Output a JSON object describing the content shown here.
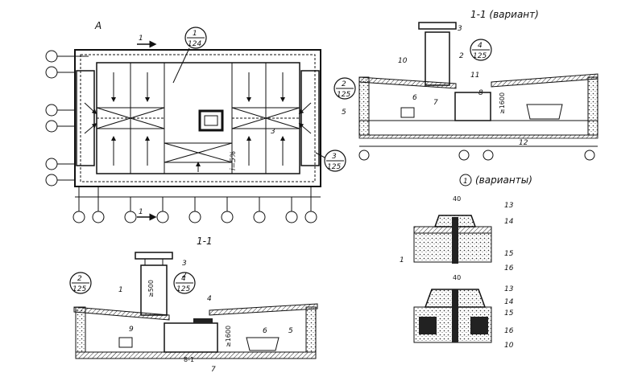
{
  "plan": {
    "title": "A",
    "cut_marker": "1",
    "callout_top": {
      "num": "1",
      "den": "124"
    },
    "callout_right": {
      "num": "3",
      "den": "125"
    },
    "slope": "i=5%",
    "cut_marker_bottom": "1",
    "cut_marker_right": "3"
  },
  "section_main": {
    "title": "1-1",
    "callout_left": {
      "num": "2",
      "den": "125"
    },
    "callout_right": {
      "num": "4",
      "den": "125"
    },
    "dim_vertical": "≥500",
    "dim_small": "≥1600",
    "dim_bottom": "8-1",
    "labels": [
      "1",
      "2",
      "3",
      "4",
      "5",
      "6",
      "7",
      "9"
    ]
  },
  "section_variant": {
    "title": "1-1 (вариант)",
    "callout_left": {
      "num": "2",
      "den": "125"
    },
    "callout_right": {
      "num": "4",
      "den": "125"
    },
    "dim_vertical": "≥1600",
    "labels": [
      "2",
      "3",
      "5",
      "6",
      "7",
      "8",
      "10",
      "11",
      "12"
    ]
  },
  "details": {
    "title": "(варианты)",
    "title_num": "1",
    "dim_top": "40",
    "dim_bottom": "40",
    "labels": [
      "13",
      "14",
      "15",
      "16",
      "1",
      "13",
      "14",
      "15",
      "16",
      "10"
    ]
  }
}
